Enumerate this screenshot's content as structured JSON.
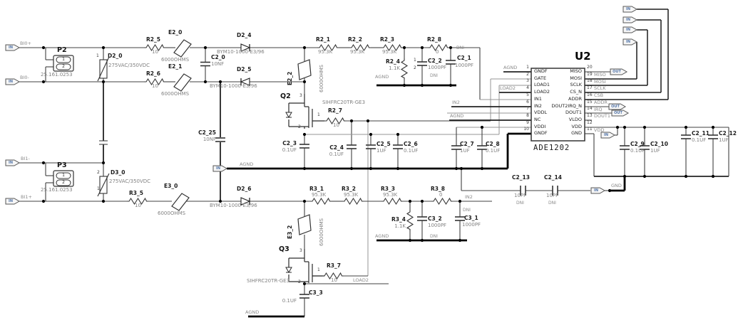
{
  "ports": {
    "flag_in": "IN",
    "flag_out": "OUT",
    "bi0_plus": "BI0+",
    "bi0_minus": "BI0-",
    "bi1_minus": "BI1-",
    "bi1_plus": "BI1+"
  },
  "nets": {
    "agnd": "AGND",
    "gnd": "GND",
    "in2": "IN2",
    "load2": "LOAD2"
  },
  "connectors": {
    "p2": {
      "refdes": "P2",
      "pin1": "1",
      "pin2": "2",
      "part": "25.161.0253"
    },
    "p3": {
      "refdes": "P3",
      "pin1": "1",
      "pin2": "2",
      "part": "25.161.0253"
    }
  },
  "varistors": {
    "d2_0": {
      "refdes": "D2_0",
      "value": "275VAC/350VDC",
      "pin_top": "1"
    },
    "d3_0": {
      "refdes": "D3_0",
      "value": "275VAC/350VDC",
      "pin_top": "2",
      "pin_bottom": "1"
    }
  },
  "diodes": {
    "d2_4": {
      "refdes": "D2_4",
      "value": "BYM10-1000-E3/96"
    },
    "d2_5": {
      "refdes": "D2_5",
      "value": "BYM10-1000-E3/96"
    },
    "d2_6": {
      "refdes": "D2_6",
      "value": "BYM10-1000-E3/96"
    }
  },
  "protectors": {
    "e2_0": {
      "refdes": "E2_0",
      "value": "6000OHMS"
    },
    "e2_1": {
      "refdes": "E2_1",
      "value": "6000OHMS"
    },
    "e2_2": {
      "refdes": "E2_2",
      "value": "6000OHMS"
    },
    "e3_0": {
      "refdes": "E3_0",
      "value": "6000OHMS"
    },
    "e3_2": {
      "refdes": "E3_2",
      "value": "6000OHMS"
    }
  },
  "resistors": {
    "r2_1": {
      "refdes": "R2_1",
      "value": "95.3K"
    },
    "r2_2": {
      "refdes": "R2_2",
      "value": "95.3K"
    },
    "r2_3": {
      "refdes": "R2_3",
      "value": "95.3K"
    },
    "r2_4": {
      "refdes": "R2_4",
      "value": "1.1K"
    },
    "r2_5": {
      "refdes": "R2_5",
      "value": "10"
    },
    "r2_6": {
      "refdes": "R2_6",
      "value": "10"
    },
    "r2_7": {
      "refdes": "R2_7",
      "value": "10"
    },
    "r2_8": {
      "refdes": "R2_8",
      "value": "0"
    },
    "r3_1": {
      "refdes": "R3_1",
      "value": "95.3K"
    },
    "r3_2": {
      "refdes": "R3_2",
      "value": "95.3K"
    },
    "r3_3": {
      "refdes": "R3_3",
      "value": "95.3K"
    },
    "r3_4": {
      "refdes": "R3_4",
      "value": "1.1K"
    },
    "r3_5": {
      "refdes": "R3_5",
      "value": "10"
    },
    "r3_7": {
      "refdes": "R3_7",
      "value": "10"
    },
    "r3_8": {
      "refdes": "R3_8",
      "value": "0"
    }
  },
  "capacitors": {
    "c2_0": {
      "refdes": "C2_0",
      "value": "10NF"
    },
    "c2_25": {
      "refdes": "C2_25",
      "value": "10NF"
    },
    "c2_1": {
      "refdes": "C2_1",
      "value": "1000PF",
      "note": "DNI"
    },
    "c2_2": {
      "refdes": "C2_2",
      "value": "1000PF",
      "note": "DNI",
      "pin1": "1",
      "pin2": "2"
    },
    "c2_3": {
      "refdes": "C2_3",
      "value": "0.1UF"
    },
    "c2_4": {
      "refdes": "C2_4",
      "value": "0.1UF"
    },
    "c2_5": {
      "refdes": "C2_5",
      "value": "1UF"
    },
    "c2_6": {
      "refdes": "C2_6",
      "value": "0.1UF"
    },
    "c2_7": {
      "refdes": "C2_7",
      "value": "1UF"
    },
    "c2_8": {
      "refdes": "C2_8",
      "value": "0.1UF"
    },
    "c2_9": {
      "refdes": "C2_9",
      "value": "0.1UF"
    },
    "c2_10": {
      "refdes": "C2_10",
      "value": "1UF"
    },
    "c2_11": {
      "refdes": "C2_11",
      "value": "0.1UF"
    },
    "c2_12": {
      "refdes": "C2_12",
      "value": "1UF"
    },
    "c2_13": {
      "refdes": "C2_13",
      "value": "10PF",
      "note": "DNI"
    },
    "c2_14": {
      "refdes": "C2_14",
      "value": "10PF",
      "note": "DNI"
    },
    "c3_1": {
      "refdes": "C3_1",
      "value": "1000PF",
      "note": "DNI"
    },
    "c3_2": {
      "refdes": "C3_2",
      "value": "1000PF",
      "note": "DNI"
    },
    "c3_3": {
      "refdes": "C3_3",
      "value": "0.1UF"
    }
  },
  "transistors": {
    "q2": {
      "refdes": "Q2",
      "part": "SIHFRC20TR-GE3",
      "pin1": "1",
      "pin2": "2",
      "pin3": "3"
    },
    "q3": {
      "refdes": "Q3",
      "part": "SIHFRC20TR-GE3",
      "pin1": "1",
      "pin2": "2",
      "pin3": "3"
    }
  },
  "ic": {
    "refdes": "U2",
    "part": "ADE1202",
    "left_pins": [
      {
        "num": "1",
        "name": "GNDF",
        "net": "AGND"
      },
      {
        "num": "2",
        "name": "GATE"
      },
      {
        "num": "3",
        "name": "LOAD1"
      },
      {
        "num": "4",
        "name": "LOAD2",
        "net": "LOAD2"
      },
      {
        "num": "5",
        "name": "IN1"
      },
      {
        "num": "6",
        "name": "IN2",
        "net": "IN2"
      },
      {
        "num": "7",
        "name": "VDDL"
      },
      {
        "num": "8",
        "name": "NC",
        "net": "AGND"
      },
      {
        "num": "9",
        "name": "VDDI"
      },
      {
        "num": "10",
        "name": "GNDF"
      }
    ],
    "right_pins": [
      {
        "num": "20",
        "name": "MISO",
        "net": "MISO"
      },
      {
        "num": "19",
        "name": "MOSI",
        "net": "MOSI"
      },
      {
        "num": "18",
        "name": "SCLK",
        "net": "SCLK"
      },
      {
        "num": "17",
        "name": "CS_N",
        "net": "CSB"
      },
      {
        "num": "16",
        "name": "ADDR",
        "net": "ADDR"
      },
      {
        "num": "15",
        "name": "DOUT2IRQ_N",
        "net": "IRQ"
      },
      {
        "num": "14",
        "name": "DOUT1",
        "net": "DOUT1"
      },
      {
        "num": "13",
        "name": "VLDO"
      },
      {
        "num": "12",
        "name": "VDD",
        "net": "VDD"
      },
      {
        "num": "11",
        "name": "GND"
      }
    ]
  }
}
